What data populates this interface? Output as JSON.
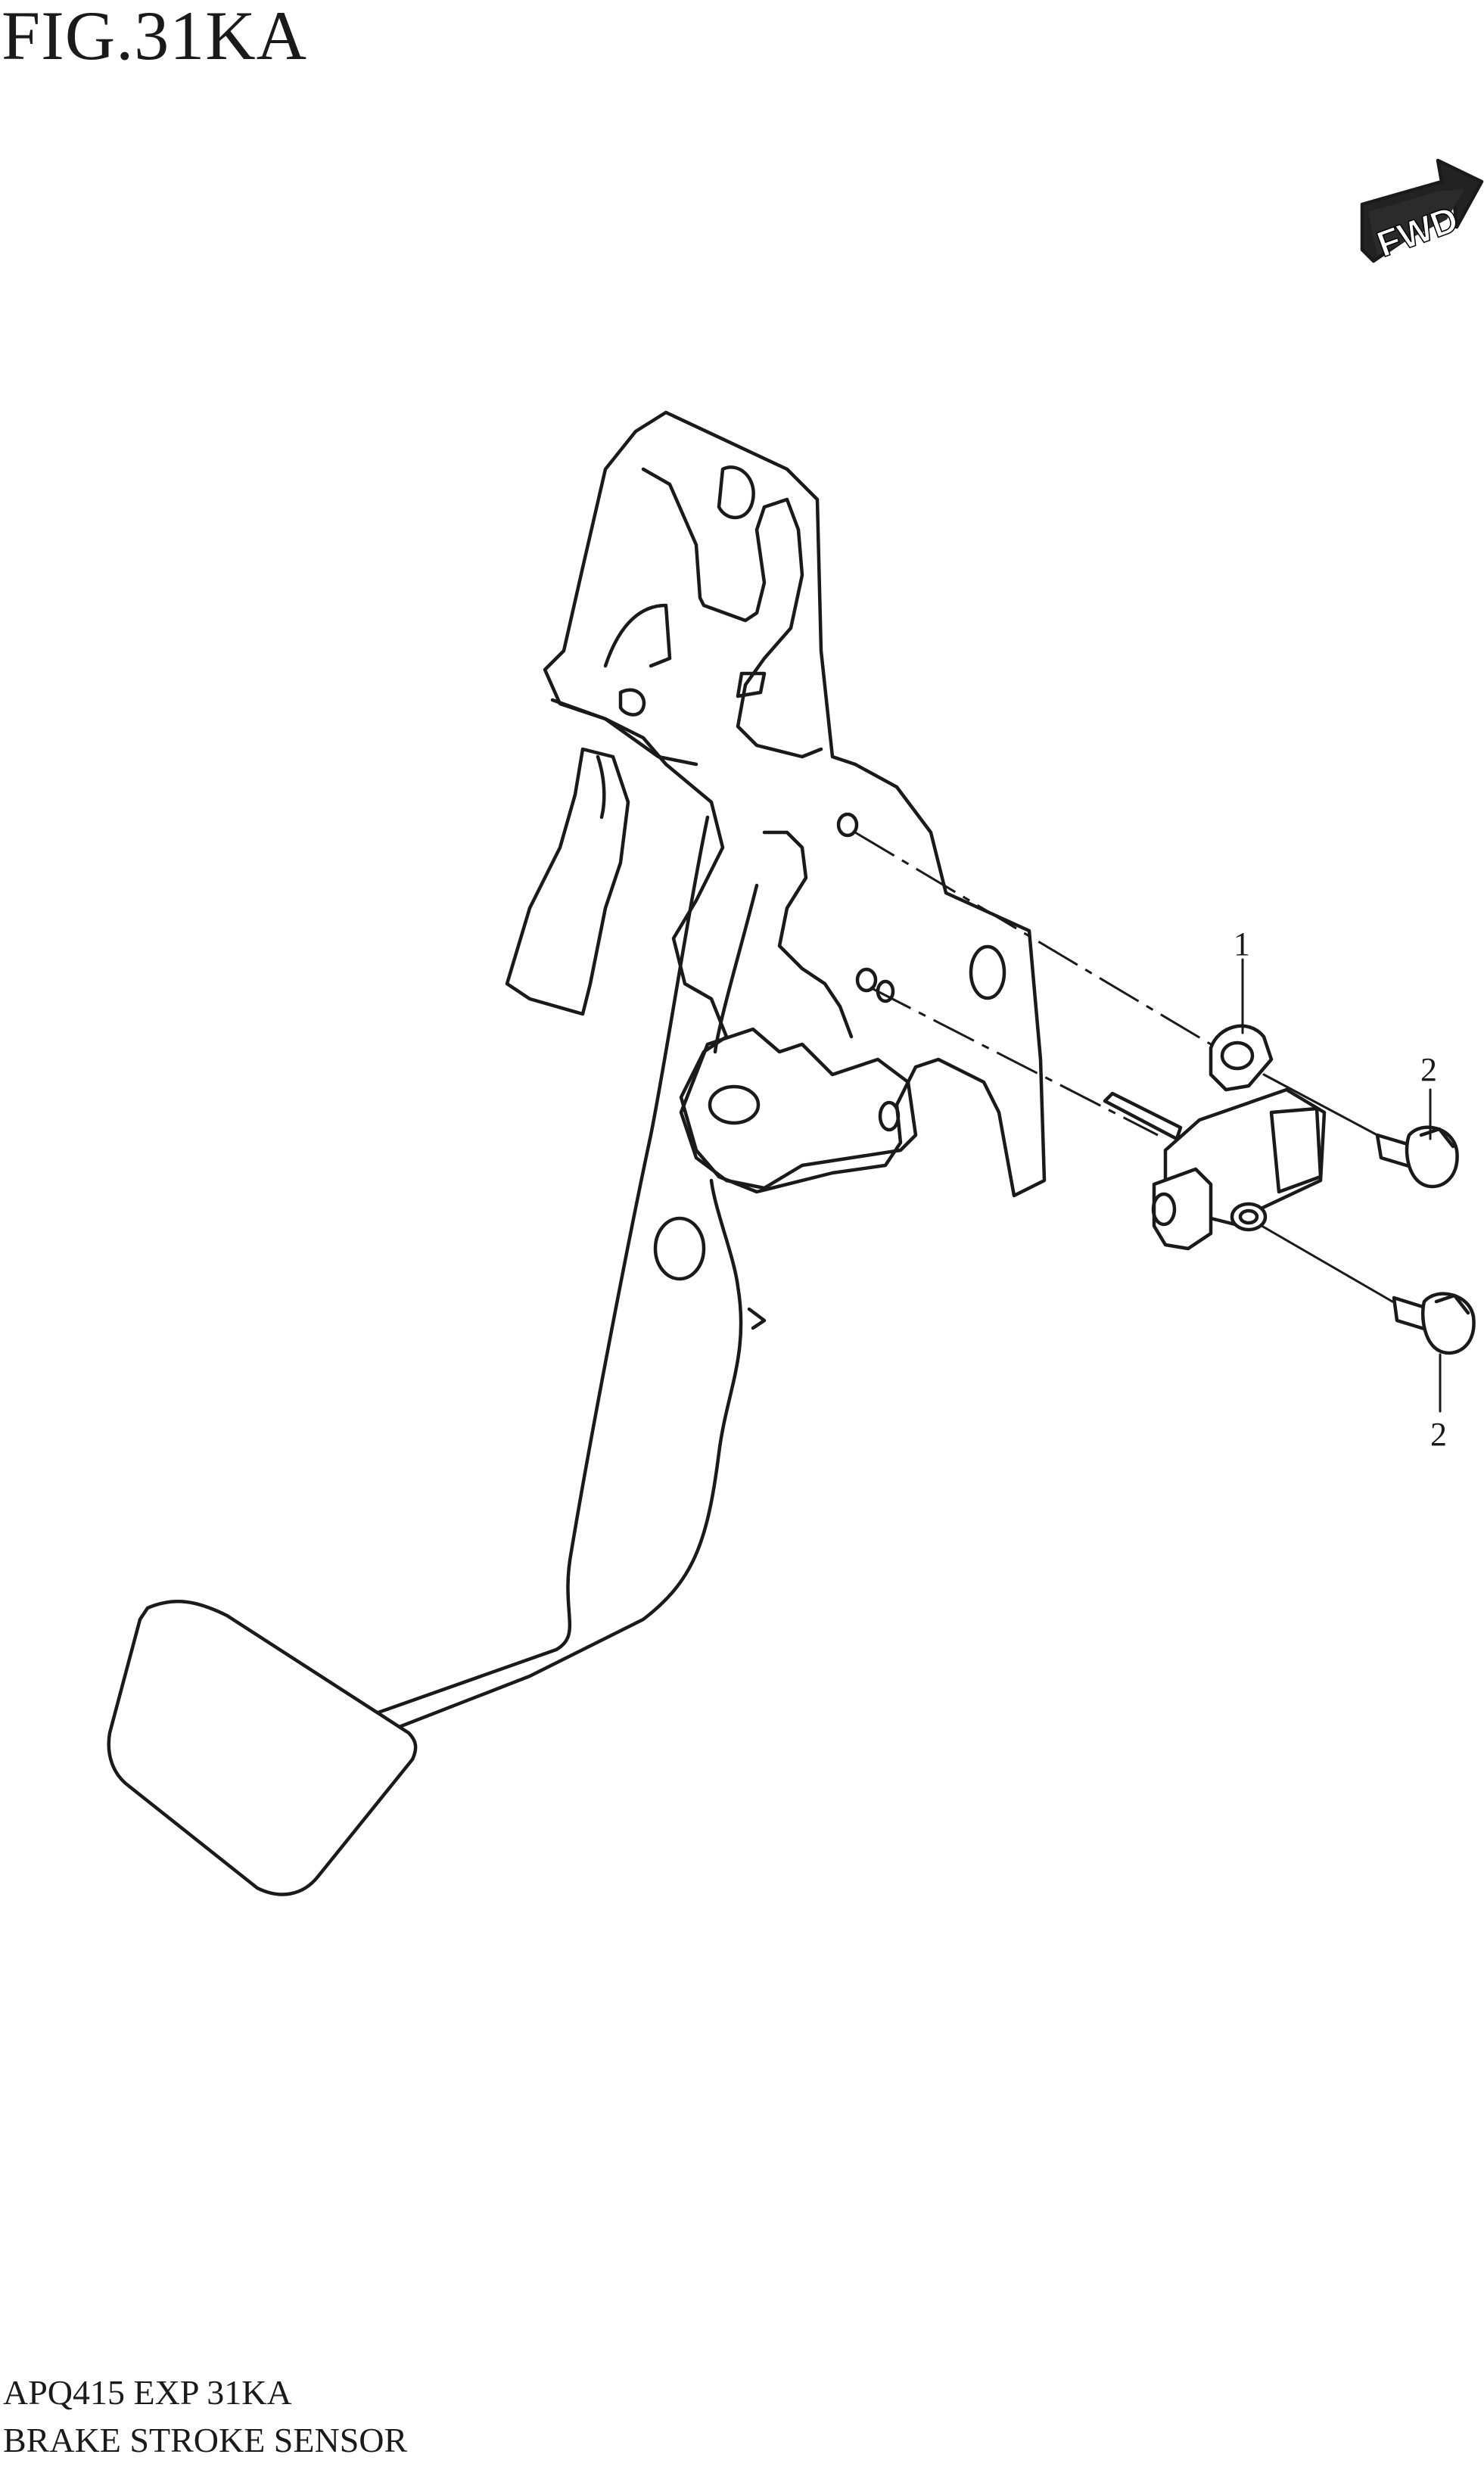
{
  "figure": {
    "title": "FIG.31KA",
    "fwd_label": "FWD",
    "fwd_icon": "fwd-arrow-icon"
  },
  "callouts": [
    {
      "id": "1",
      "label": "1",
      "part": "brake-stroke-sensor"
    },
    {
      "id": "2a",
      "label": "2",
      "part": "bolt"
    },
    {
      "id": "2b",
      "label": "2",
      "part": "bolt"
    }
  ],
  "footer": {
    "code": "APQ415 EXP 31KA",
    "name": "BRAKE STROKE SENSOR"
  }
}
